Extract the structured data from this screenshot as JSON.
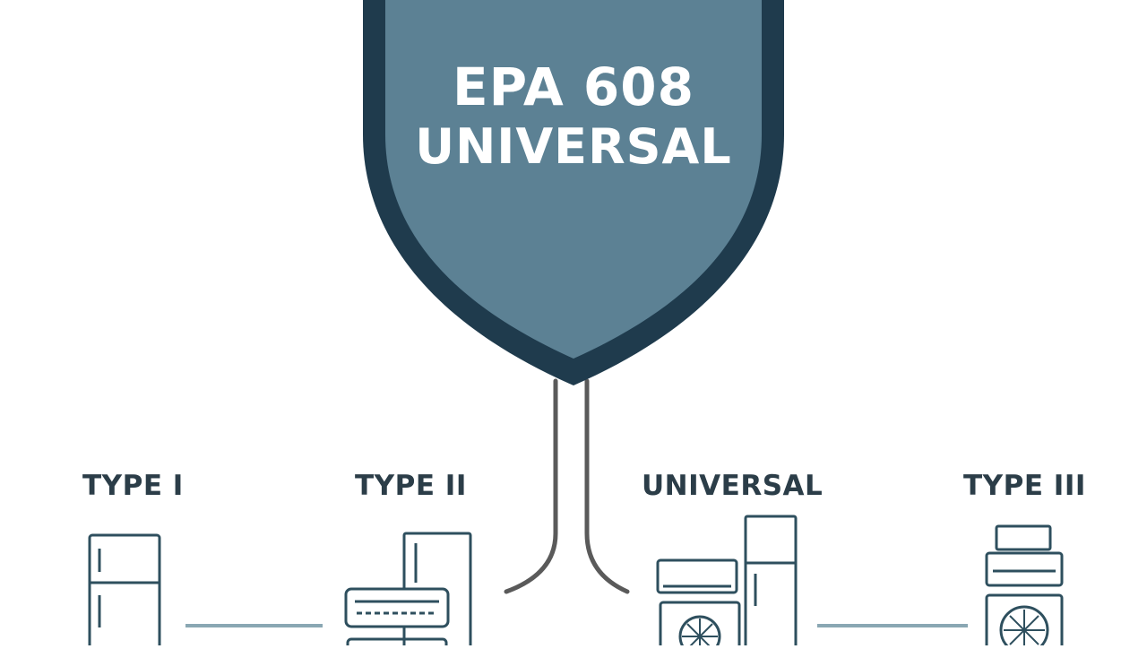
{
  "shield": {
    "line1": "EPA 608",
    "line2": "UNIVERSAL",
    "fill_color": "#5c8194",
    "border_color": "#1f3b4d"
  },
  "categories": [
    {
      "label": "TYPE I",
      "icon": "refrigerator-icon"
    },
    {
      "label": "TYPE II",
      "icon": "air-conditioner-icon"
    },
    {
      "label": "UNIVERSAL",
      "icon": "appliances-icon"
    },
    {
      "label": "TYPE III",
      "icon": "chiller-icon"
    }
  ],
  "colors": {
    "label_text": "#2b3d48",
    "connector": "#5a5a5a",
    "icon_stroke": "#2e4f5e",
    "link_line": "#8aa7b3"
  }
}
